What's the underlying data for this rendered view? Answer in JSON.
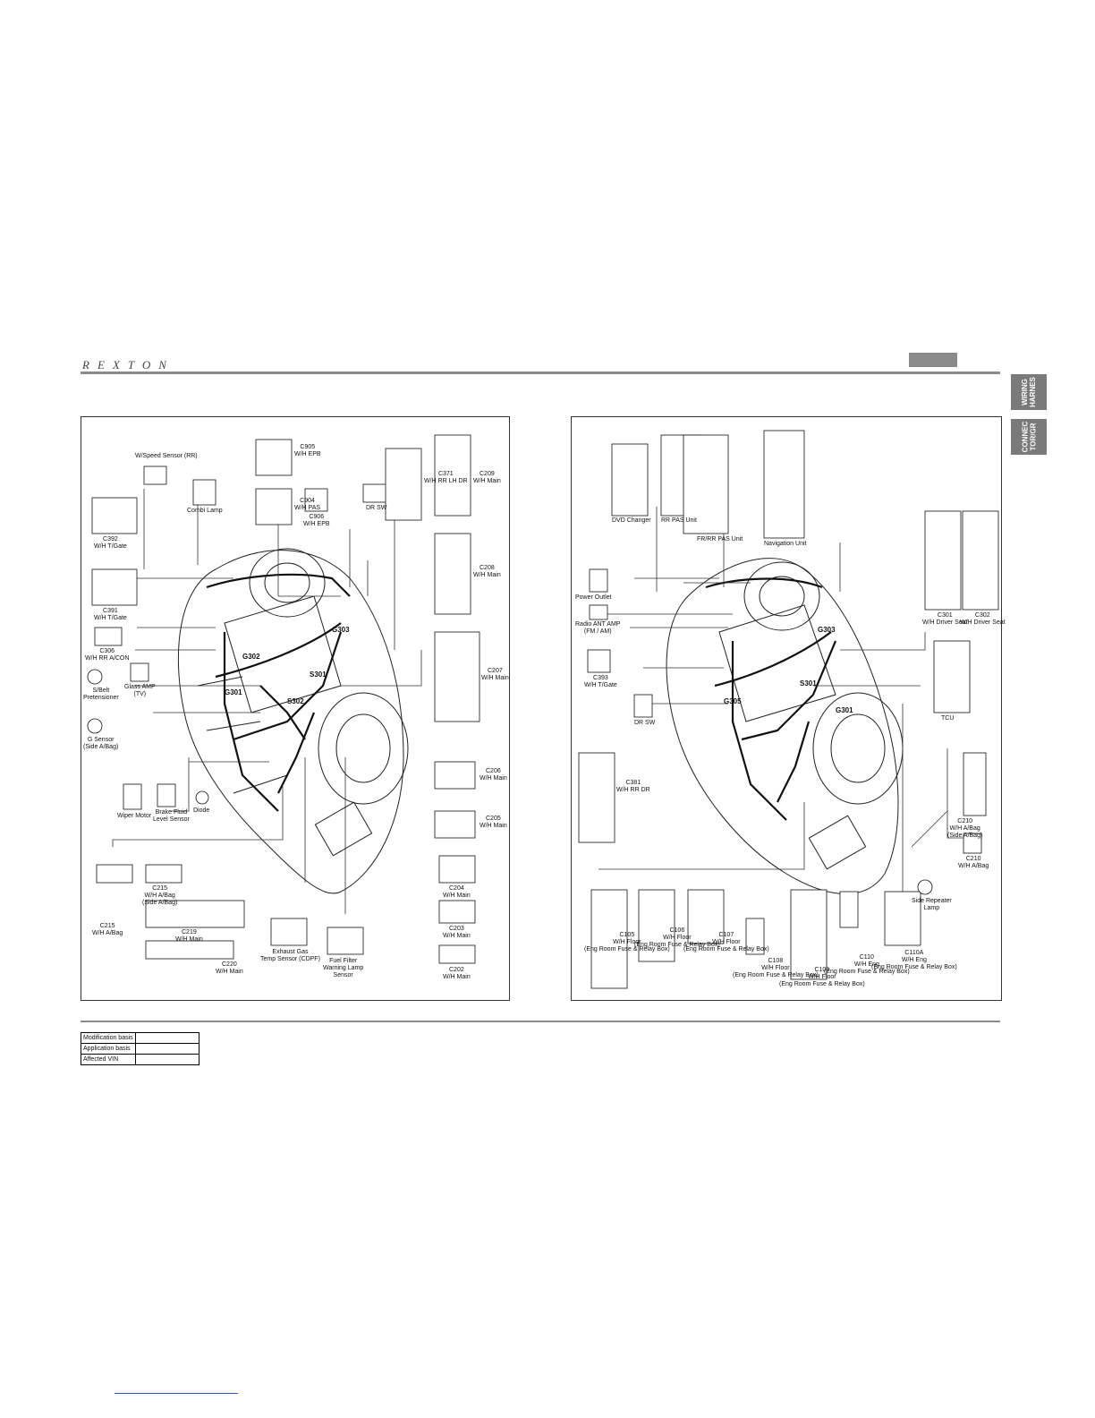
{
  "header": {
    "logo": "REXTON"
  },
  "side_tabs": [
    "WIRING\nHARNES",
    "CONNEC\nTOR/GR"
  ],
  "left_panel": {
    "labels": [
      {
        "text": "C215\nW/H A/Bag"
      },
      {
        "text": "C215\nW/H A/Bag\n(Side A/Bag)"
      },
      {
        "text": "C219\nW/H Main"
      },
      {
        "text": "C220\nW/H Main"
      },
      {
        "text": "Exhaust Gas\nTemp Sensor (CDPF)"
      },
      {
        "text": "Fuel Filter\nWarning Lamp\nSensor"
      },
      {
        "text": "C202\nW/H Main"
      },
      {
        "text": "C203\nW/H Main"
      },
      {
        "text": "C204\nW/H Main"
      },
      {
        "text": "C205\nW/H Main"
      },
      {
        "text": "C206\nW/H Main"
      },
      {
        "text": "C207\nW/H Main"
      },
      {
        "text": "C208\nW/H Main"
      },
      {
        "text": "C209\nW/H Main"
      },
      {
        "text": "Wiper Motor"
      },
      {
        "text": "Brake Fluid\nLevel Sensor"
      },
      {
        "text": "Diode"
      },
      {
        "text": "G Sensor\n(Side A/Bag)"
      },
      {
        "text": "S/Belt\nPretensioner"
      },
      {
        "text": "Glass AMP\n(TV)"
      },
      {
        "text": "C306\nW/H RR A/CON"
      },
      {
        "text": "C391\nW/H T/Gate"
      },
      {
        "text": "C392\nW/H T/Gate"
      },
      {
        "text": "W/Speed Sensor (RR)"
      },
      {
        "text": "Combi Lamp"
      },
      {
        "text": "C905\nW/H EPB"
      },
      {
        "text": "C904\nW/H PAS"
      },
      {
        "text": "C906\nW/H EPB"
      },
      {
        "text": "DR SW"
      },
      {
        "text": "C371\nW/H RR LH DR"
      }
    ],
    "splices": [
      "G301",
      "G302",
      "S301",
      "S302",
      "G303"
    ]
  },
  "right_panel": {
    "labels": [
      {
        "text": "C105\nW/H Floor\n(Eng Room Fuse & Relay Box)"
      },
      {
        "text": "C106\nW/H Floor\n(Eng Room Fuse & Relay Box)"
      },
      {
        "text": "C107\nW/H Floor\n(Eng Room Fuse & Relay Box)"
      },
      {
        "text": "C108\nW/H Floor\n(Eng Room Fuse & Relay Box)"
      },
      {
        "text": "C109\nW/H Floor\n(Eng Room Fuse & Relay Box)"
      },
      {
        "text": "C110\nW/H Eng\n(Eng Room Fuse & Relay Box)"
      },
      {
        "text": "C110A\nW/H Eng\n(Eng Room Fuse & Relay Box)"
      },
      {
        "text": "Side Repeater\nLamp"
      },
      {
        "text": "C210\nW/H A/Bag"
      },
      {
        "text": "C210\nW/H A/Bag\n(Side A/Bag)"
      },
      {
        "text": "C381\nW/H RR DR"
      },
      {
        "text": "DR SW"
      },
      {
        "text": "C393\nW/H T/Gate"
      },
      {
        "text": "Radio ANT AMP\n(FM / AM)"
      },
      {
        "text": "Power Outlet"
      },
      {
        "text": "DVD Changer"
      },
      {
        "text": "RR PAS Unit"
      },
      {
        "text": "FR/RR PAS Unit"
      },
      {
        "text": "Navigation Unit"
      },
      {
        "text": "TCU"
      },
      {
        "text": "C301\nW/H Driver Seat"
      },
      {
        "text": "C302\nW/H Driver Seat"
      }
    ],
    "splices": [
      "G301",
      "G305",
      "S301",
      "G303"
    ]
  },
  "info_table": {
    "rows": [
      {
        "label": "Modification basis",
        "value": ""
      },
      {
        "label": "Application basis",
        "value": ""
      },
      {
        "label": "Affected VIN",
        "value": ""
      }
    ]
  }
}
